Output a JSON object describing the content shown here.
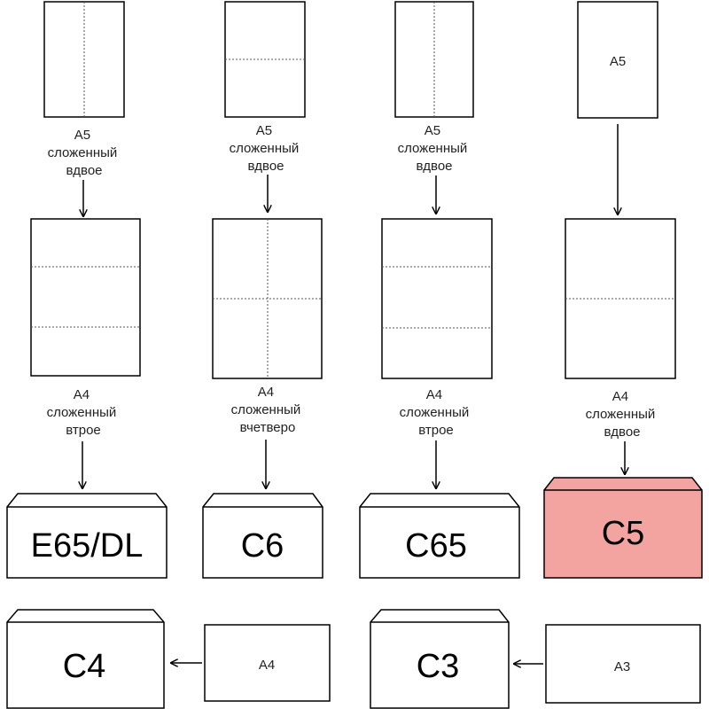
{
  "colors": {
    "stroke": "#000000",
    "fold_line": "#555555",
    "paper_fill": "#ffffff",
    "highlight_fill": "#f3a3a0"
  },
  "columns": [
    {
      "sheet_label": "",
      "step1_caption": [
        "A5",
        "сложенный",
        "вдвое"
      ],
      "step2_caption": [
        "A4",
        "сложенный",
        "втрое"
      ],
      "envelope_label": "E65/DL",
      "highlighted": false
    },
    {
      "sheet_label": "",
      "step1_caption": [
        "A5",
        "сложенный",
        "вдвое"
      ],
      "step2_caption": [
        "A4",
        "сложенный",
        "вчетверо"
      ],
      "envelope_label": "C6",
      "highlighted": false
    },
    {
      "sheet_label": "",
      "step1_caption": [
        "A5",
        "сложенный",
        "вдвое"
      ],
      "step2_caption": [
        "A4",
        "сложенный",
        "втрое"
      ],
      "envelope_label": "C65",
      "highlighted": false
    },
    {
      "sheet_label": "A5",
      "step1_caption": [],
      "step2_caption": [
        "A4",
        "сложенный",
        "вдвое"
      ],
      "envelope_label": "C5",
      "highlighted": true
    }
  ],
  "bottom_pairs": [
    {
      "envelope_label": "C4",
      "sheet_label": "A4"
    },
    {
      "envelope_label": "C3",
      "sheet_label": "A3"
    }
  ]
}
